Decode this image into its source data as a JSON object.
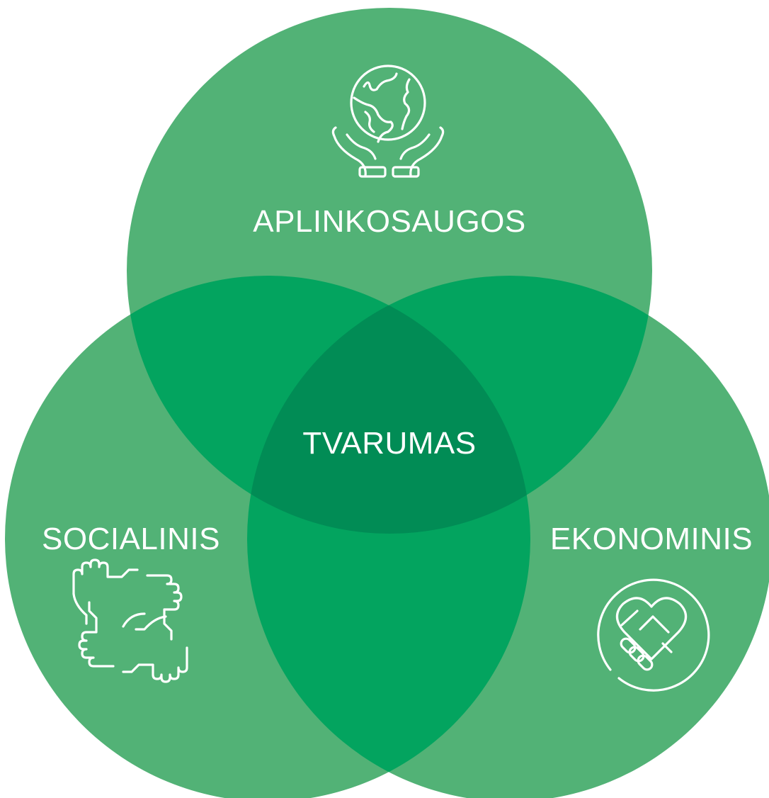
{
  "diagram": {
    "center_label": "TVARUMAS",
    "circles": [
      {
        "id": "top",
        "label": "APLINKOSAUGOS",
        "icon": "globe-in-hands-icon"
      },
      {
        "id": "left",
        "label": "SOCIALINIS",
        "icon": "joined-hands-icon"
      },
      {
        "id": "right",
        "label": "EKONOMINIS",
        "icon": "handshake-heart-icon"
      }
    ],
    "colors": {
      "circle": "#52b276",
      "pair_overlap": "#03a45f",
      "center_overlap": "#018c55",
      "text": "#ffffff"
    }
  }
}
